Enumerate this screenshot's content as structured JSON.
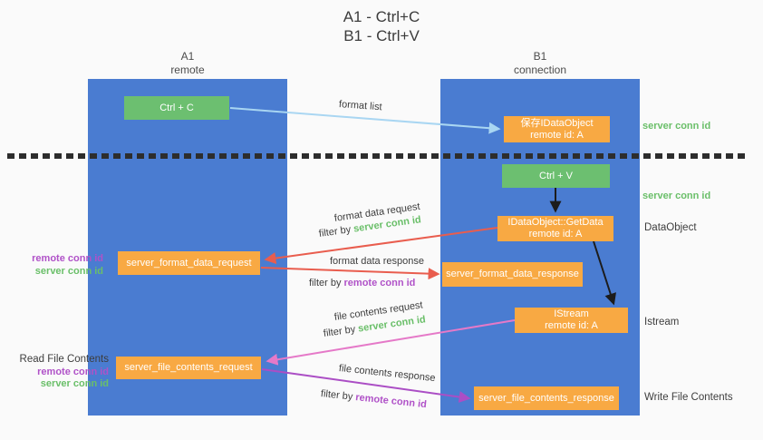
{
  "title": {
    "line1": "A1 - Ctrl+C",
    "line2": "B1 - Ctrl+V"
  },
  "columns": {
    "a1": {
      "name": "A1",
      "subtitle": "remote"
    },
    "b1": {
      "name": "B1",
      "subtitle": "connection"
    }
  },
  "nodes": {
    "ctrl_c": {
      "label": "Ctrl + C"
    },
    "ctrl_v": {
      "label": "Ctrl + V"
    },
    "save_dataobject": {
      "line1": "保存IDataObject",
      "line2": "remote id: A"
    },
    "getdata": {
      "line1": "IDataObject::GetData",
      "line2": "remote id: A"
    },
    "istream": {
      "line1": "IStream",
      "line2": "remote id: A"
    },
    "server_format_data_request": {
      "label": "server_format_data_request"
    },
    "server_format_data_response": {
      "label": "server_format_data_response"
    },
    "server_file_contents_request": {
      "label": "server_file_contents_request"
    },
    "server_file_contents_response": {
      "label": "server_file_contents_response"
    }
  },
  "edge_labels": {
    "format_list": "format list",
    "format_data_request": "format data request",
    "format_data_response": "format data response",
    "file_contents_request": "file contents request",
    "file_contents_response": "file contents response",
    "filter_by": "filter by",
    "server_conn_id": "server conn id",
    "remote_conn_id": "remote conn id"
  },
  "side_labels": {
    "b1_server_conn_id_top": "server conn id",
    "b1_server_conn_id_mid": "server conn id",
    "dataobject": "DataObject",
    "istream": "Istream",
    "write_file_contents": "Write File Contents",
    "read_file_contents": "Read File Contents",
    "a1_remote_conn_id_format": "remote conn id",
    "a1_server_conn_id_format": "server conn id",
    "a1_remote_conn_id_file": "remote conn id",
    "a1_server_conn_id_file": "server conn id"
  },
  "colors": {
    "column_blue": "#4a7cd1",
    "node_green": "#6cbf70",
    "node_orange": "#f8a943",
    "arrow_light_blue": "#a9d6f2",
    "arrow_red": "#e95d4e",
    "arrow_pink": "#e579c8",
    "arrow_purple": "#ab4ec5",
    "arrow_black": "#1c1c1c",
    "text_green": "#6abf69",
    "text_purple": "#b052c8",
    "text_dark": "#3d3d3d"
  }
}
